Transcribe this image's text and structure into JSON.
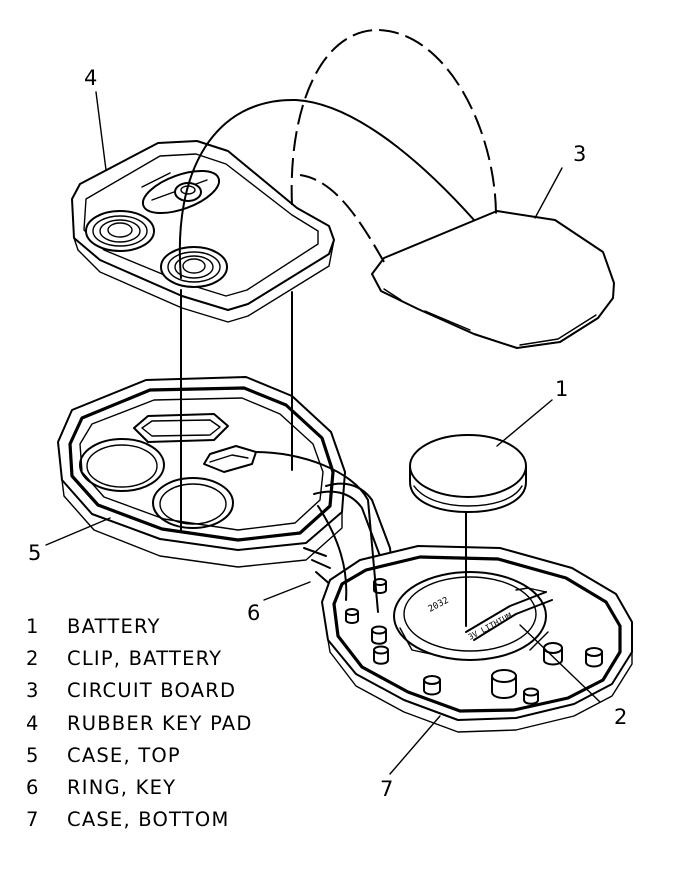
{
  "callouts": {
    "c1": "1",
    "c2": "2",
    "c3": "3",
    "c4": "4",
    "c5": "5",
    "c6": "6",
    "c7": "7"
  },
  "legend": [
    {
      "number": "1",
      "label": "BATTERY"
    },
    {
      "number": "2",
      "label": "CLIP, BATTERY"
    },
    {
      "number": "3",
      "label": "CIRCUIT BOARD"
    },
    {
      "number": "4",
      "label": "RUBBER KEY PAD"
    },
    {
      "number": "5",
      "label": "CASE, TOP"
    },
    {
      "number": "6",
      "label": "RING, KEY"
    },
    {
      "number": "7",
      "label": "CASE, BOTTOM"
    }
  ],
  "battery_text": {
    "line1": "2032",
    "line2": "3V LITHIUM"
  }
}
